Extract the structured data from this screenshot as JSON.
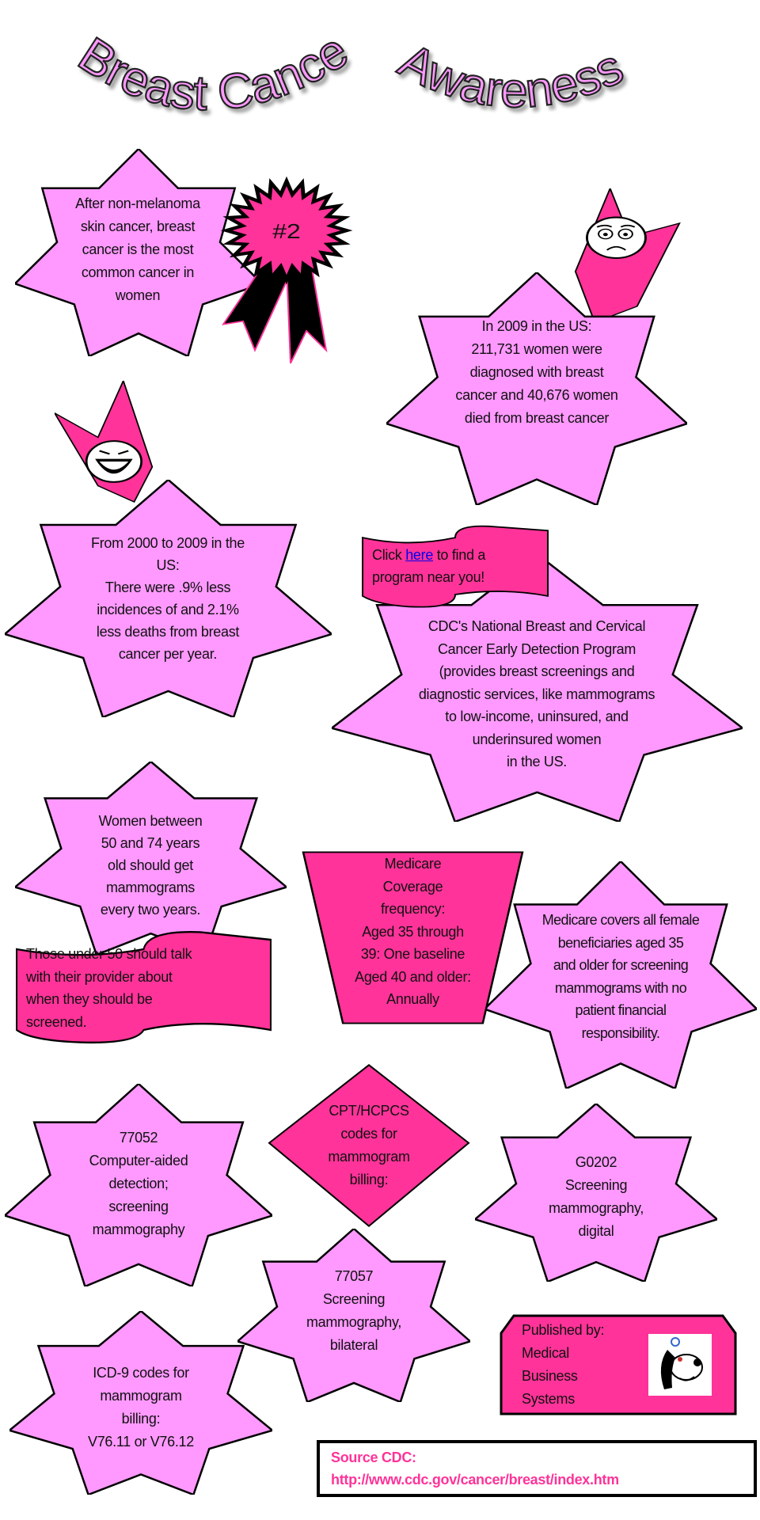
{
  "colors": {
    "light_pink": "#ff99ff",
    "hot_pink": "#ff3399",
    "outline": "#000000"
  },
  "title": {
    "part1": "Breast Cancer",
    "part2": "Awareness"
  },
  "badge": {
    "label": "#2",
    "icon": "award-ribbon-icon"
  },
  "fact_common": [
    "After non-melanoma",
    "skin cancer, breast",
    "cancer is the most",
    "common cancer in",
    "women"
  ],
  "fact_2009": [
    "In 2009 in the US:",
    "211,731 women were",
    "diagnosed with breast",
    "cancer and 40,676 women",
    "died from breast cancer"
  ],
  "fact_trend": [
    "From 2000 to 2009 in the",
    "US:",
    "There were .9% less",
    "incidences of and 2.1%",
    "less deaths from breast",
    "cancer per year."
  ],
  "program_banner": {
    "prefix": "Click ",
    "link": "here",
    "suffix": " to find a",
    "line2": "program near you!"
  },
  "cdc_program": [
    "CDC's National Breast and Cervical",
    "Cancer Early Detection Program",
    "(provides breast screenings and",
    "diagnostic services, like mammograms",
    "to low-income, uninsured, and",
    "underinsured women",
    "in the US."
  ],
  "screening_age": [
    "Women between",
    "50 and 74 years",
    "old should get",
    "mammograms",
    "every two years."
  ],
  "under_50_banner": [
    "Those under 50 should talk",
    "with their provider about",
    "when they should be",
    "screened."
  ],
  "medicare_frequency": [
    "Medicare",
    "Coverage",
    "frequency:",
    "Aged 35 through",
    "39: One baseline",
    "Aged 40 and older:",
    "Annually"
  ],
  "medicare_covers": [
    "Medicare covers all female",
    "beneficiaries aged 35",
    "and older for screening",
    "mammograms with no",
    "patient financial",
    "responsibility."
  ],
  "code_77052": [
    "77052",
    "Computer-aided",
    "detection;",
    "screening",
    "mammography"
  ],
  "cpt_heading": [
    "CPT/HCPCS",
    "codes for",
    "mammogram",
    "billing:"
  ],
  "code_g0202": [
    "G0202",
    "Screening",
    "mammography,",
    "digital"
  ],
  "code_77057": [
    "77057",
    "Screening",
    "mammography,",
    "bilateral"
  ],
  "icd9": [
    "ICD-9 codes for",
    "mammogram",
    "billing:",
    "V76.11 or V76.12"
  ],
  "publisher": [
    "Published by:",
    "Medical",
    "Business",
    "Systems"
  ],
  "source": {
    "line1": "Source CDC:",
    "line2": "http://www.cdc.gov/cancer/breast/index.htm"
  }
}
